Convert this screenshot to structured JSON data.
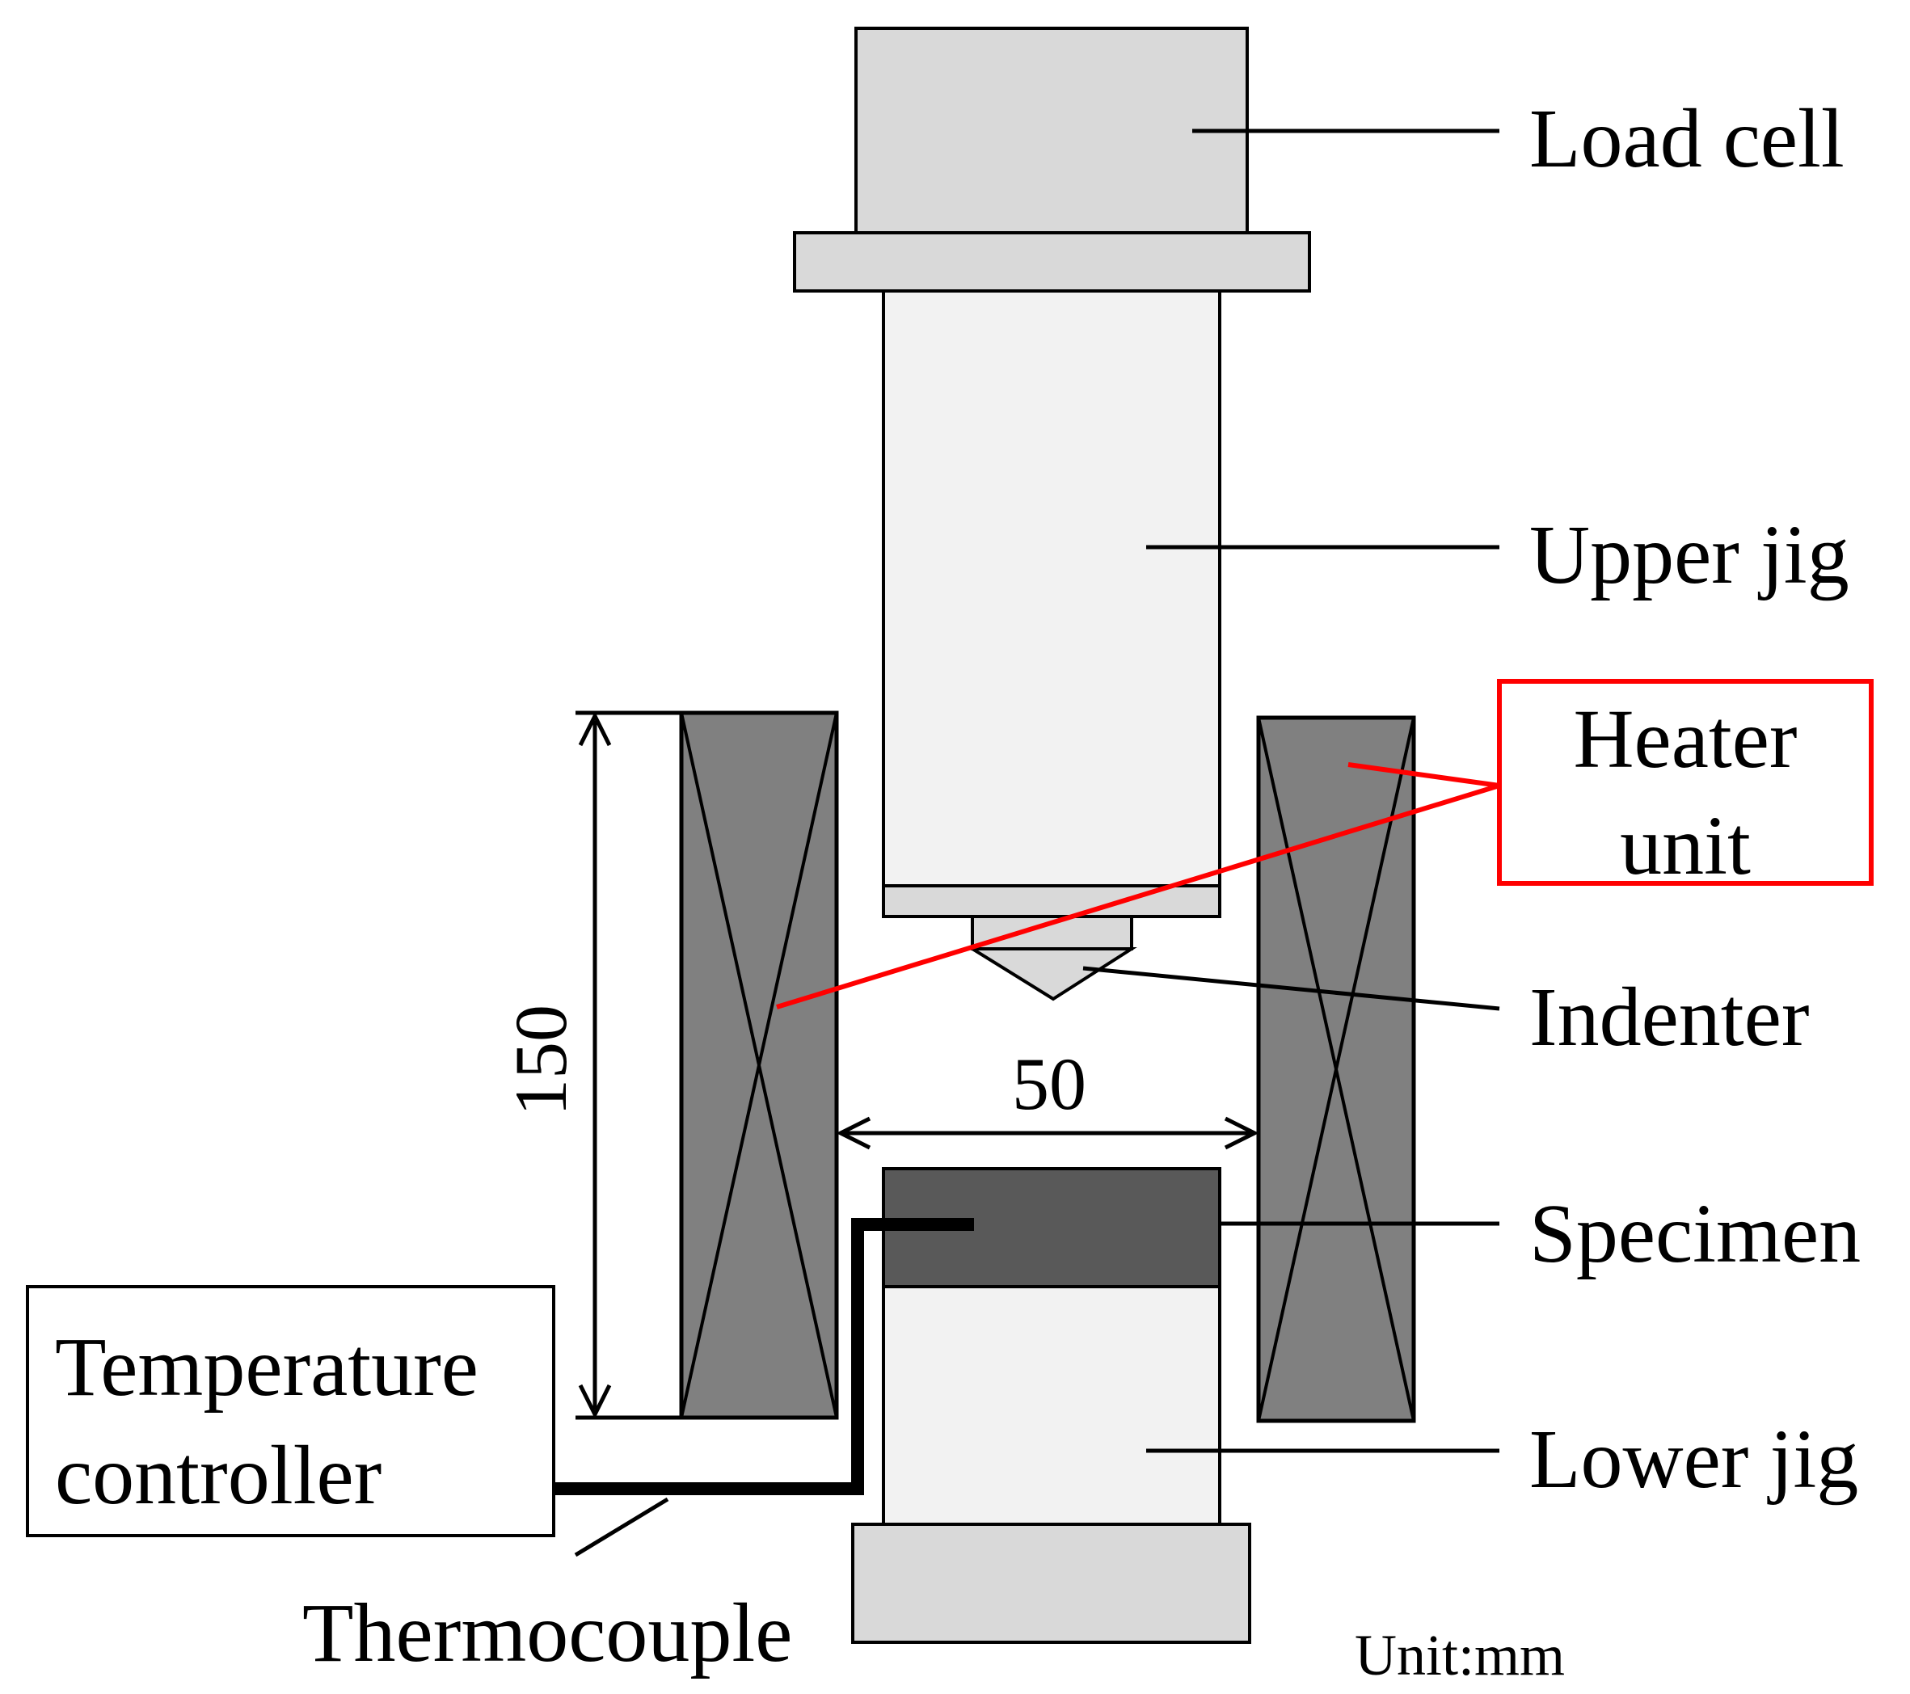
{
  "labels": {
    "load_cell": "Load cell",
    "upper_jig": "Upper jig",
    "heater_line1": "Heater",
    "heater_line2": "unit",
    "indenter": "Indenter",
    "specimen": "Specimen",
    "lower_jig": "Lower jig",
    "temp_line1": "Temperature",
    "temp_line2": "controller",
    "thermocouple": "Thermocouple",
    "unit": "Unit:mm"
  },
  "dimensions": {
    "height": "150",
    "width": "50"
  },
  "colors": {
    "load_cell": "#d9d9d9",
    "jig": "#f2f2f2",
    "heater": "#808080",
    "specimen": "#595959",
    "indenter": "#d9d9d9",
    "heater_callout": "#ff0000",
    "outline": "#000000"
  }
}
